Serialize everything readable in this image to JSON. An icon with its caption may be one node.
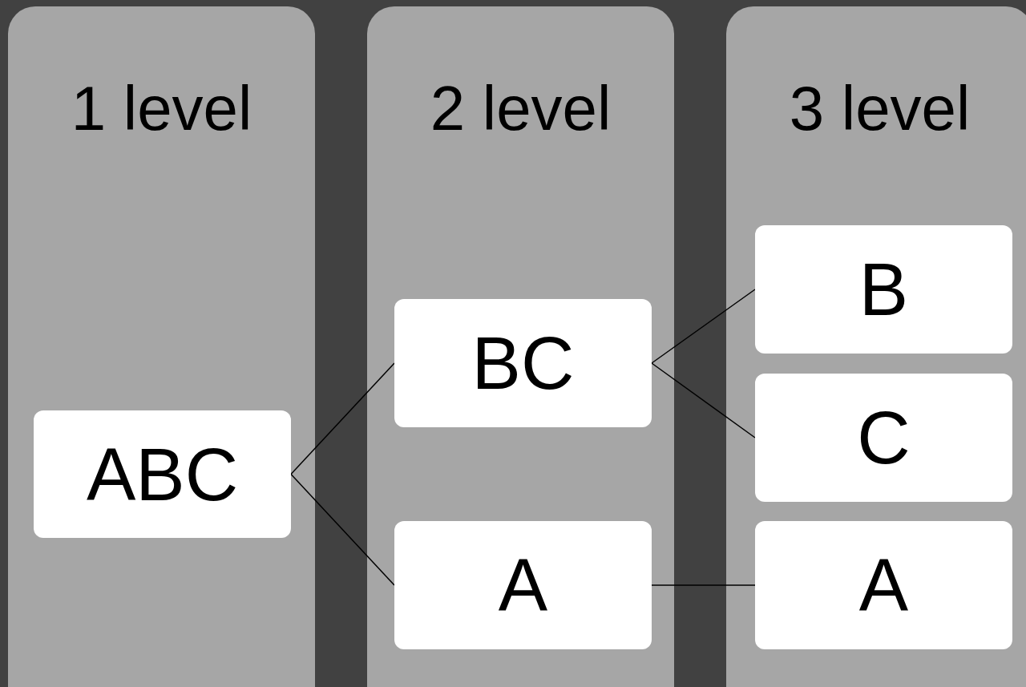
{
  "diagram": {
    "nodes": [
      {
        "text": [
          "1 level"
        ]
      },
      {
        "text": [
          "ABC"
        ],
        "in": 0
      },
      {
        "text": [
          "2 level"
        ]
      },
      {
        "text": [
          "BC"
        ],
        "in": 2
      },
      {
        "text": [
          "A"
        ],
        "in": 2
      },
      {
        "text": [
          "3 level"
        ]
      },
      {
        "text": [
          "B"
        ],
        "in": 5
      },
      {
        "text": [
          "C"
        ],
        "in": 5
      },
      {
        "text": [
          "A"
        ],
        "in": 5
      }
    ],
    "edges": [
      {
        "from": 1,
        "to": 3,
        "arrow": "none"
      },
      {
        "from": 1,
        "to": 4,
        "arrow": "none"
      },
      {
        "from": 3,
        "to": 6,
        "arrow": "none"
      },
      {
        "from": 3,
        "to": 7,
        "arrow": "none"
      },
      {
        "from": 4,
        "to": 8,
        "arrow": "none"
      }
    ]
  }
}
